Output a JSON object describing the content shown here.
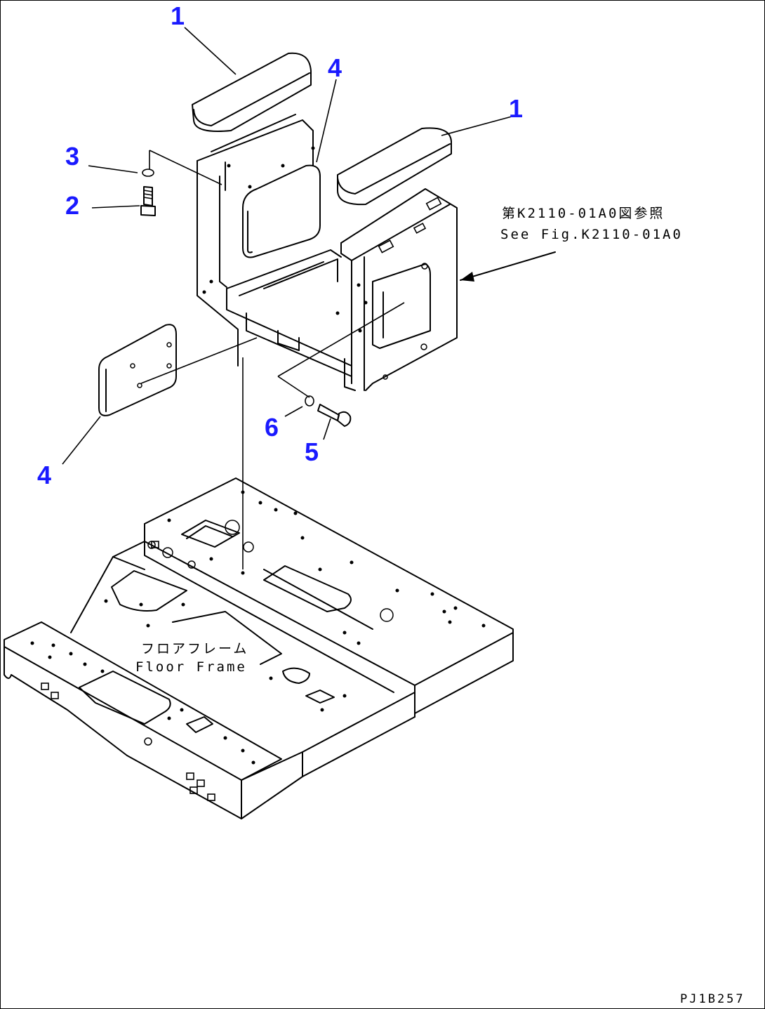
{
  "callouts": {
    "c1_top": "1",
    "c4_top": "4",
    "c1_right": "1",
    "c3": "3",
    "c2": "2",
    "c6": "6",
    "c5": "5",
    "c4_left": "4"
  },
  "reference_note": {
    "line1": "第K2110-01A0図参照",
    "line2": "See Fig.K2110-01A0"
  },
  "floor_label": {
    "jp": "フロアフレーム",
    "en": "Floor Frame"
  },
  "drawing_code": "PJ1B257",
  "colors": {
    "callout": "#1a1aff",
    "line": "#000000",
    "background": "#ffffff"
  }
}
